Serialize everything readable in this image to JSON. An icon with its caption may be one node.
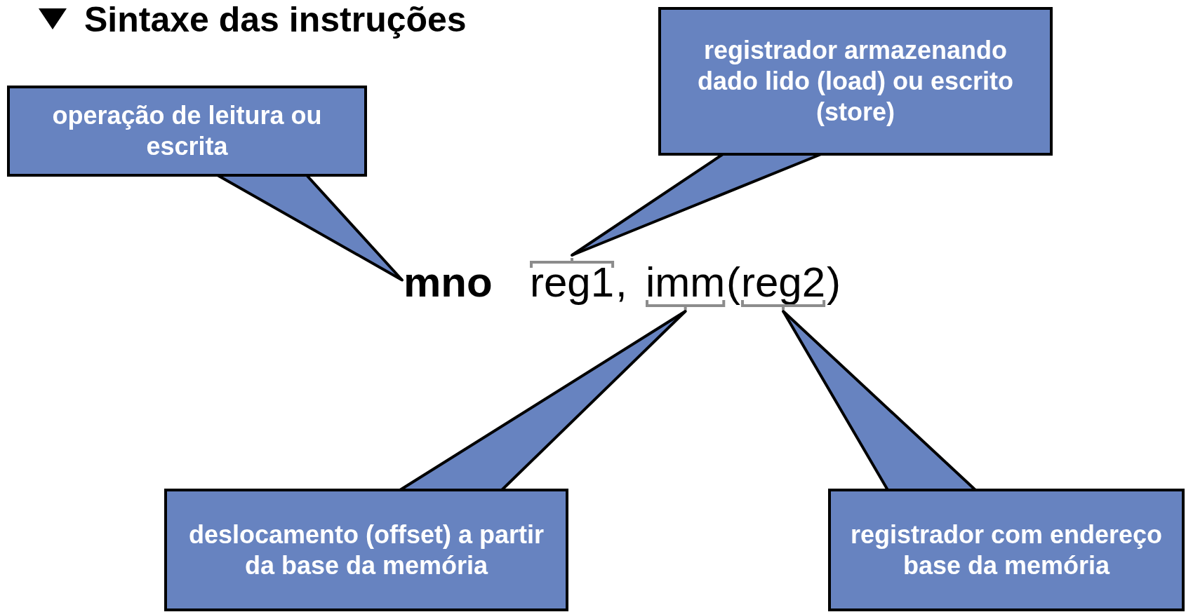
{
  "diagram": {
    "title": "Sintaxe das instruções",
    "nodes": [
      {
        "text": [
          "operação de leitura ou escrita"
        ]
      },
      {
        "text": [
          "registrador armazenando dado lido (load) ou escrito (store)"
        ]
      },
      {
        "text": [
          "deslocamento (offset) a partir da base da memória"
        ]
      },
      {
        "text": [
          "registrador com endereço base da memória"
        ]
      },
      {
        "text": [
          "mno"
        ]
      },
      {
        "text": [
          "reg1"
        ]
      },
      {
        "text": [
          "imm"
        ]
      },
      {
        "text": [
          "reg2"
        ]
      }
    ],
    "edges": [
      {
        "from": 0,
        "to": 4,
        "arrow": "none"
      },
      {
        "from": 1,
        "to": 5,
        "arrow": "none"
      },
      {
        "from": 2,
        "to": 6,
        "arrow": "none"
      },
      {
        "from": 3,
        "to": 7,
        "arrow": "none"
      }
    ],
    "labels": [
      ",",
      "(",
      ")"
    ]
  }
}
